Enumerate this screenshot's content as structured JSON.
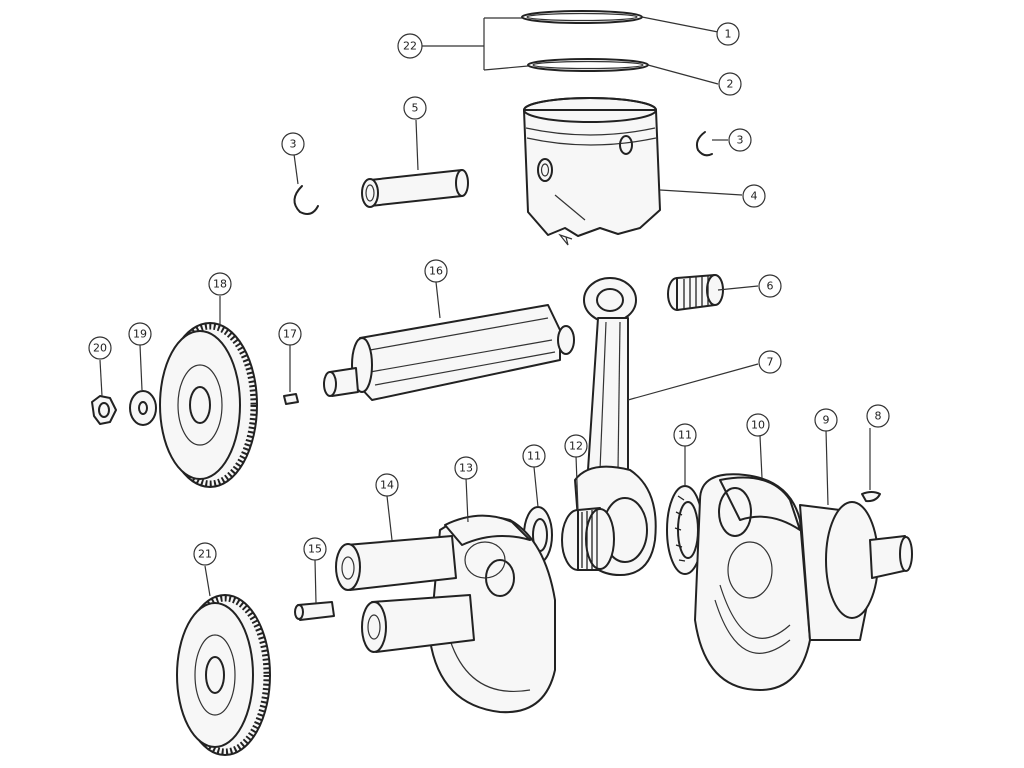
{
  "diagram": {
    "parts": [
      {
        "id": "ring-top",
        "callout": "1"
      },
      {
        "id": "ring-bottom",
        "callout": "2"
      },
      {
        "id": "circlip-left",
        "callout": "3"
      },
      {
        "id": "circlip-right",
        "callout": "3"
      },
      {
        "id": "piston",
        "callout": "4"
      },
      {
        "id": "piston-pin",
        "callout": "5"
      },
      {
        "id": "needle-bearing-small",
        "callout": "6"
      },
      {
        "id": "connecting-rod",
        "callout": "7"
      },
      {
        "id": "woodruff-key-right",
        "callout": "8"
      },
      {
        "id": "main-bearing-right",
        "callout": "9"
      },
      {
        "id": "crank-web-right",
        "callout": "10"
      },
      {
        "id": "thrust-washer-right",
        "callout": "11"
      },
      {
        "id": "thrust-washer-left",
        "callout": "11"
      },
      {
        "id": "needle-bearing-big",
        "callout": "12"
      },
      {
        "id": "crank-web-left",
        "callout": "13"
      },
      {
        "id": "crank-pin",
        "callout": "14"
      },
      {
        "id": "dowel-pin",
        "callout": "15"
      },
      {
        "id": "balance-shaft",
        "callout": "16"
      },
      {
        "id": "key-small",
        "callout": "17"
      },
      {
        "id": "gear-upper",
        "callout": "18"
      },
      {
        "id": "washer",
        "callout": "19"
      },
      {
        "id": "nut",
        "callout": "20"
      },
      {
        "id": "gear-lower",
        "callout": "21"
      },
      {
        "id": "ring-set",
        "callout": "22"
      }
    ]
  }
}
